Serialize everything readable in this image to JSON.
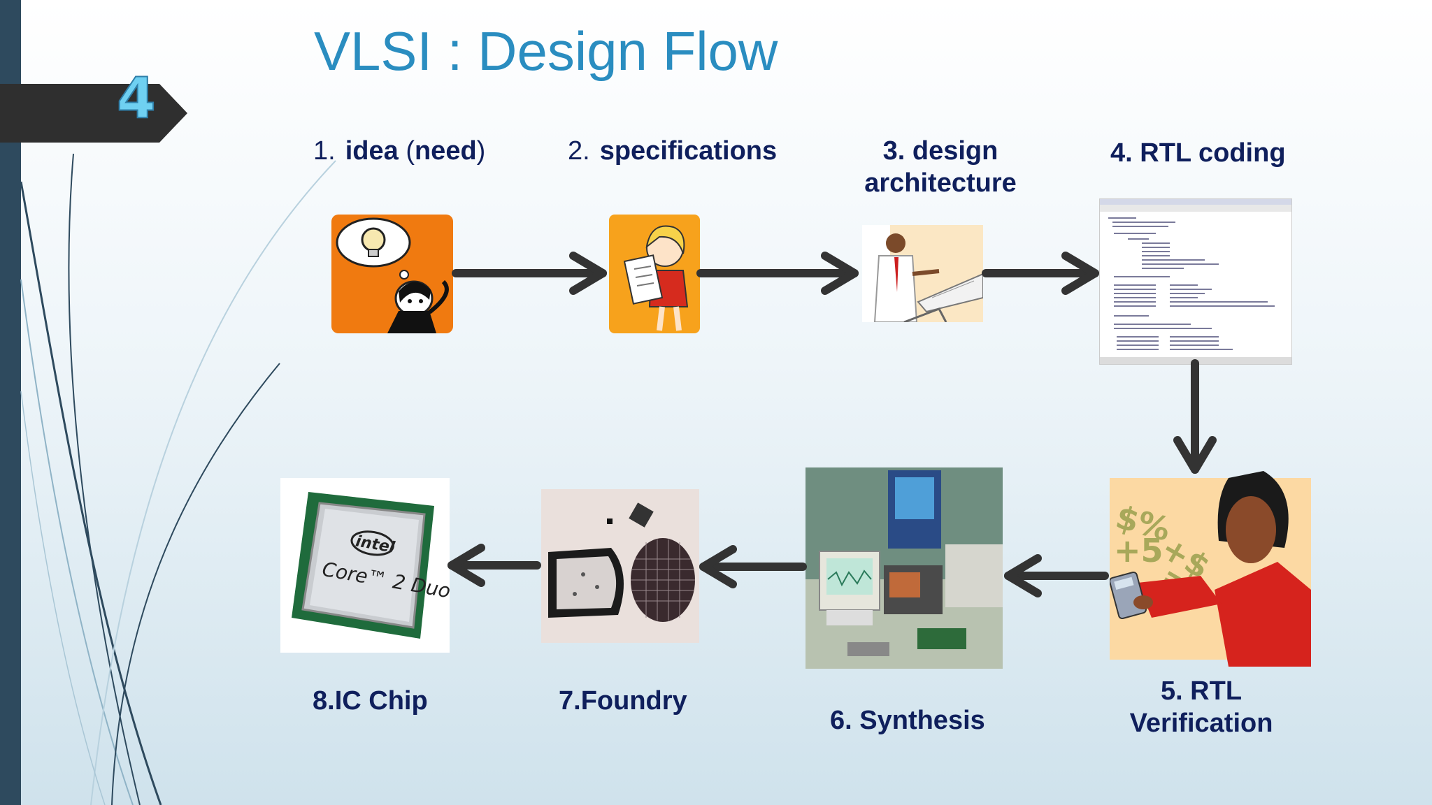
{
  "slide": {
    "number": "4",
    "title": "VLSI : Design Flow"
  },
  "steps": [
    {
      "num": "1.",
      "word": "idea",
      "paren_open": "(",
      "paren_word": "need",
      "paren_close": ")",
      "icon": "thinking-person-icon"
    },
    {
      "num": "2.",
      "word": "specifications",
      "icon": "person-with-document-icon"
    },
    {
      "line1": "3. design",
      "line2": "architecture",
      "icon": "architect-at-drafting-table-icon"
    },
    {
      "text": "4. RTL coding",
      "icon": "code-editor-screenshot-icon"
    },
    {
      "line1": "5. RTL",
      "line2": "Verification",
      "icon": "woman-with-calculator-icon"
    },
    {
      "text": "6. Synthesis",
      "icon": "lab-bench-equipment-icon"
    },
    {
      "text": "7.Foundry",
      "icon": "silicon-wafer-icon"
    },
    {
      "text": "8.IC Chip",
      "icon": "processor-chip-icon"
    }
  ],
  "chip_brand": "intel",
  "chip_model": "Core™ 2 Duo",
  "colors": {
    "sidebar": "#2e4a5e",
    "title": "#2a8dc0",
    "labels": "#0f1f5c",
    "arrows": "#333333",
    "number_fill": "#6fd0f2"
  }
}
